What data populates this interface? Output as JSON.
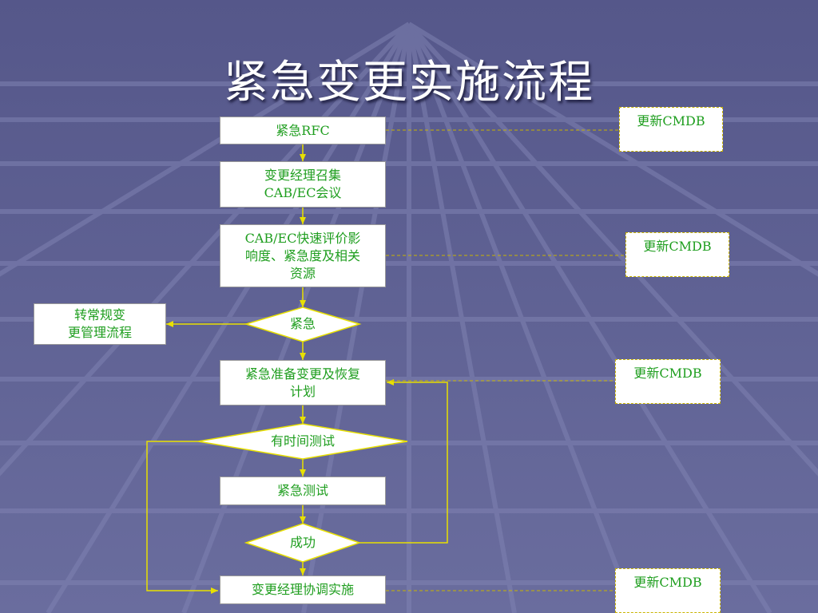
{
  "title": "紧急变更实施流程",
  "nodes": {
    "emergency_rfc": "紧急RFC",
    "convene": "变更经理召集\nCAB/EC会议",
    "assess": "CAB/EC快速评价影\n响度、紧急度及相关\n资源",
    "decision_urgent": "紧急",
    "normal_process": "转常规变\n更管理流程",
    "prepare": "紧急准备变更及恢复\n计划",
    "decision_time": "有时间测试",
    "emergency_test": "紧急测试",
    "decision_success": "成功",
    "implement": "变更经理协调实施"
  },
  "notes": [
    "更新CMDB",
    "更新CMDB",
    "更新CMDB",
    "更新CMDB"
  ],
  "colors": {
    "background": "#5c5f8f",
    "box_text": "#1f9e1f",
    "connector": "#e8e000",
    "dashed": "#c9b400"
  }
}
